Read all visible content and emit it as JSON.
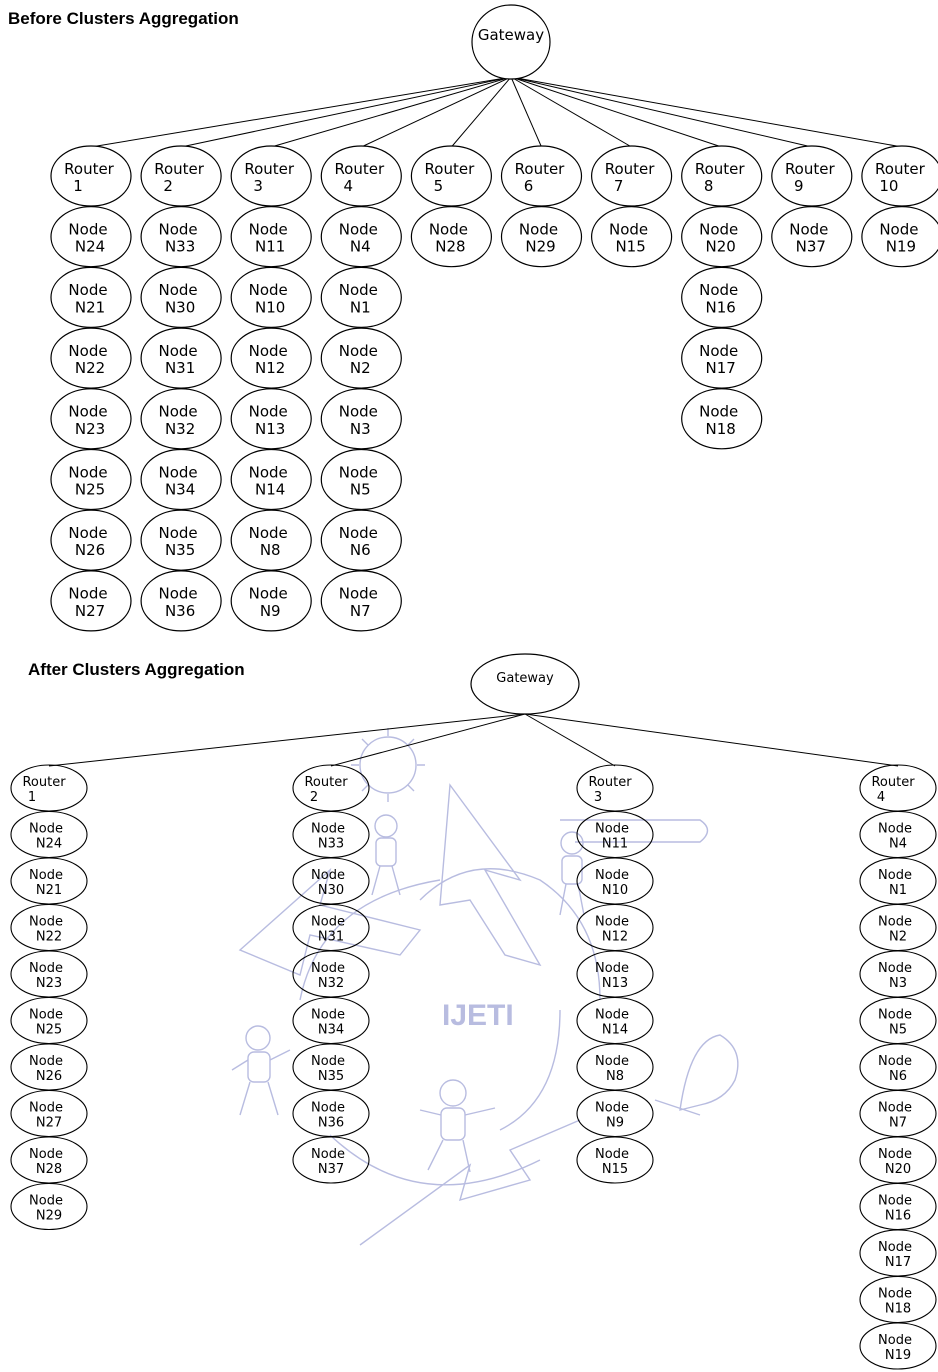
{
  "titles": {
    "before": "Before Clusters Aggregation",
    "after": "After Clusters Aggregation"
  },
  "watermark": {
    "text": "IJETI",
    "color": "#b8bce0"
  },
  "before": {
    "gateway": "Gateway",
    "routers": [
      {
        "line1": "Router",
        "line2": "1",
        "nodes": [
          "N24",
          "N21",
          "N22",
          "N23",
          "N25",
          "N26",
          "N27"
        ]
      },
      {
        "line1": "Router",
        "line2": "2",
        "nodes": [
          "N33",
          "N30",
          "N31",
          "N32",
          "N34",
          "N35",
          "N36"
        ]
      },
      {
        "line1": "Router",
        "line2": "3",
        "nodes": [
          "N11",
          "N10",
          "N12",
          "N13",
          "N14",
          "N8",
          "N9"
        ]
      },
      {
        "line1": "Router",
        "line2": "4",
        "nodes": [
          "N4",
          "N1",
          "N2",
          "N3",
          "N5",
          "N6",
          "N7"
        ]
      },
      {
        "line1": "Router",
        "line2": "5",
        "nodes": [
          "N28"
        ]
      },
      {
        "line1": "Router",
        "line2": "6",
        "nodes": [
          "N29"
        ]
      },
      {
        "line1": "Router",
        "line2": "7",
        "nodes": [
          "N15"
        ]
      },
      {
        "line1": "Router",
        "line2": "8",
        "nodes": [
          "N20",
          "N16",
          "N17",
          "N18"
        ]
      },
      {
        "line1": "Router",
        "line2": "9",
        "nodes": [
          "N37"
        ]
      },
      {
        "line1": "Router",
        "line2": "10",
        "nodes": [
          "N19"
        ]
      }
    ]
  },
  "after": {
    "gateway": "Gateway",
    "routers": [
      {
        "line1": "Router",
        "line2": "1",
        "nodes": [
          "N24",
          "N21",
          "N22",
          "N23",
          "N25",
          "N26",
          "N27",
          "N28",
          "N29"
        ]
      },
      {
        "line1": "Router",
        "line2": "2",
        "nodes": [
          "N33",
          "N30",
          "N31",
          "N32",
          "N34",
          "N35",
          "N36",
          "N37"
        ]
      },
      {
        "line1": "Router",
        "line2": "3",
        "nodes": [
          "N11",
          "N10",
          "N12",
          "N13",
          "N14",
          "N8",
          "N9",
          "N15"
        ]
      },
      {
        "line1": "Router",
        "line2": "4",
        "nodes": [
          "N4",
          "N1",
          "N2",
          "N3",
          "N5",
          "N6",
          "N7",
          "N20",
          "N16",
          "N17",
          "N18",
          "N19"
        ]
      }
    ]
  },
  "node_word": "Node"
}
